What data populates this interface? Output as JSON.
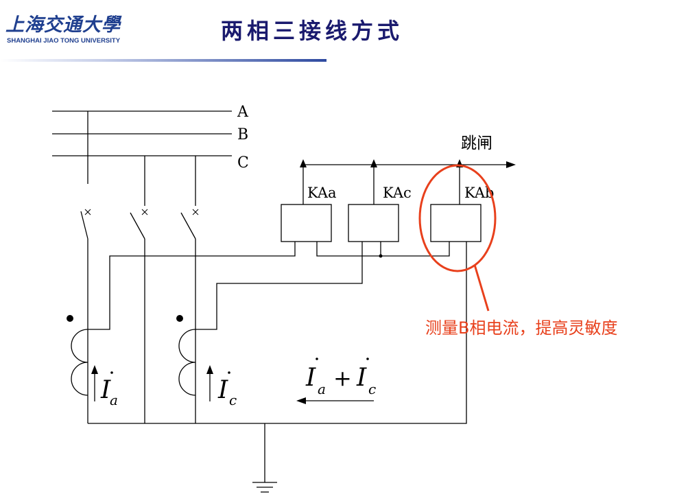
{
  "header": {
    "logo_cn": "上海交通大學",
    "logo_en": "SHANGHAI  JIAO TONG  UNIVERSITY",
    "title": "两相三接线方式"
  },
  "diagram": {
    "bus_labels": [
      "A",
      "B",
      "C"
    ],
    "trip_label": "跳闸",
    "relays": [
      "KAa",
      "KAc",
      "KAb"
    ],
    "ct_a": {
      "symbol": "I",
      "subscript": "a"
    },
    "ct_c": {
      "symbol": "I",
      "subscript": "c"
    },
    "sum": {
      "i1": "I",
      "s1": "a",
      "plus": "+",
      "i2": "I",
      "s2": "c"
    },
    "annotation": "测量B相电流，提高灵敏度",
    "colors": {
      "wire": "#000000",
      "highlight": "#e8401c",
      "title": "#1a1a6e",
      "logo": "#1f3f8f"
    }
  }
}
